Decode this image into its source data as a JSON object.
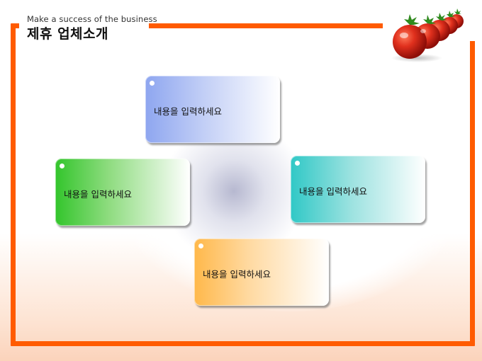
{
  "header": {
    "subtitle": "Make a success of the business",
    "title": "제휴 업체소개"
  },
  "boxes": {
    "top": {
      "label": "내용을 입력하세요"
    },
    "left": {
      "label": "내용을 입력하세요"
    },
    "right": {
      "label": "내용을 입력하세요"
    },
    "bottom": {
      "label": "내용을 입력하세요"
    }
  },
  "colors": {
    "frame": "#ff5b00",
    "box_top": "#8ea6f0",
    "box_left": "#33c52c",
    "box_right": "#30c8c6",
    "box_bottom": "#ffb84a",
    "tomato": "#d8261a"
  },
  "icons": {
    "decoration": "tomatoes-image"
  }
}
